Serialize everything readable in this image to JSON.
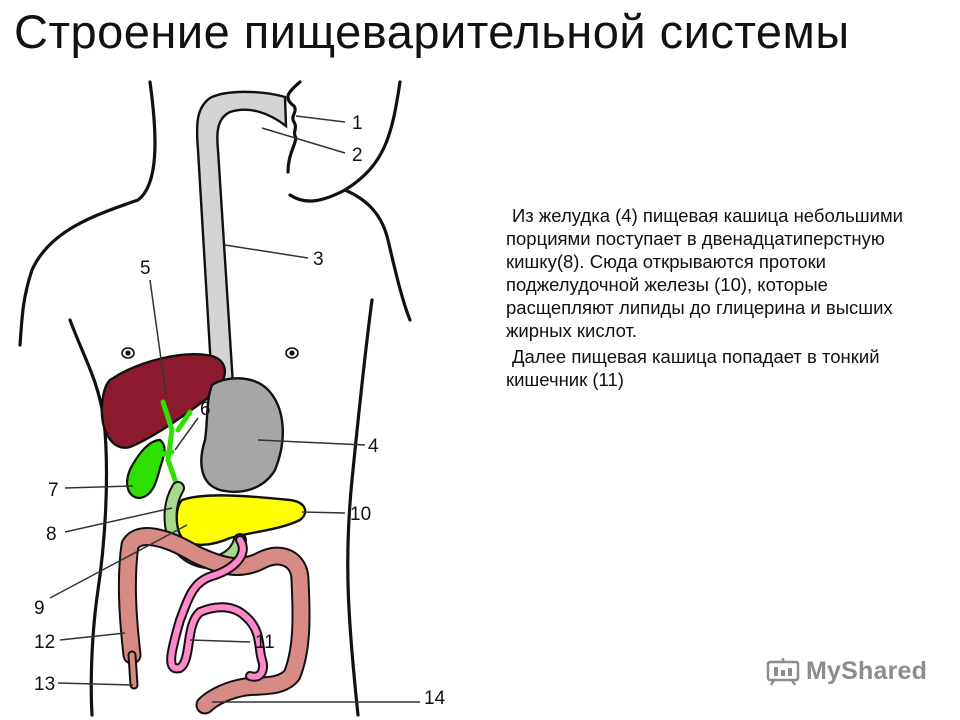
{
  "title": "Строение пищеварительной системы",
  "labels": {
    "l1": "1",
    "l2": "2",
    "l3": "3",
    "l4": "4",
    "l5": "5",
    "l6": "6",
    "l7": "7",
    "l8": "8",
    "l9": "9",
    "l10": "10",
    "l11": "11",
    "l12": "12",
    "l13": "13",
    "l14": "14"
  },
  "description": [
    "Из желудка (4) пищевая кашица небольшими порциями поступает в двенадцатиперстную кишку(8). Сюда открываются протоки поджелудочной железы (10), которые расщепляют липиды до глицерина и высших жирных кислот.",
    "Далее пищевая кашица попадает в тонкий кишечник (11)"
  ],
  "watermark": "MyShared",
  "watermark_icon": "presentation-board-icon",
  "colors": {
    "liver": "#8b1a2e",
    "gallbladder": "#2ee000",
    "stomach": "#a6a6a6",
    "esophagus": "#d4d4d4",
    "pancreas": "#ffff00",
    "duodenum": "#a8d88a",
    "large_intestine": "#d88b84",
    "small_intestine": "#ff88c8"
  }
}
